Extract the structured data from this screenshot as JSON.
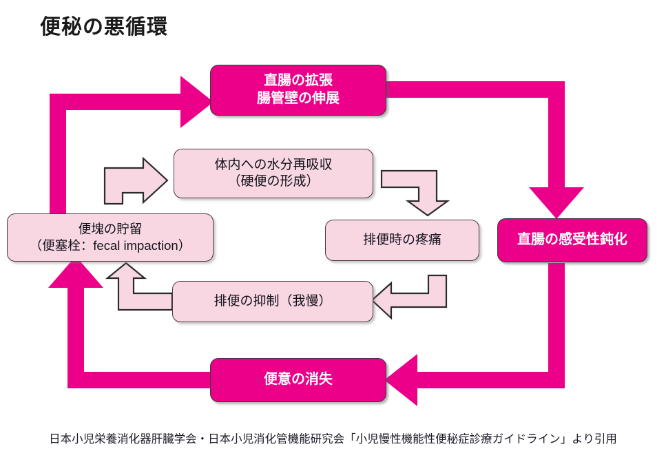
{
  "page": {
    "title": "便秘の悪循環",
    "caption": "日本小児栄養消化器肝臓学会・日本小児消化管機能研究会「小児慢性機能性便秘症診療ガイドライン」より引用",
    "background": "#FFFFFF"
  },
  "colors": {
    "magenta": "#EC0089",
    "pale_pink": "#F8D7E3",
    "outline": "#3A3A3A",
    "text_dark": "#12121A",
    "text_light": "#FFFFFF"
  },
  "nodes": [
    {
      "id": "rectal-distension",
      "style": "strong",
      "lines": [
        "直腸の拡張",
        "腸管壁の伸展"
      ]
    },
    {
      "id": "water-reabsorption",
      "style": "soft",
      "lines": [
        "体内への水分再吸収",
        "（硬便の形成）"
      ]
    },
    {
      "id": "rectal-hyposensitivity",
      "style": "strong",
      "lines": [
        "直腸の感受性鈍化"
      ]
    },
    {
      "id": "fecal-retention",
      "style": "soft",
      "lines": [
        "便塊の貯留",
        "（便塞栓：fecal impaction）"
      ]
    },
    {
      "id": "defecation-pain",
      "style": "soft",
      "lines": [
        "排便時の疼痛"
      ]
    },
    {
      "id": "defecation-withholding",
      "style": "soft",
      "lines": [
        "排便の抑制（我慢）"
      ]
    },
    {
      "id": "loss-of-urge",
      "style": "strong",
      "lines": [
        "便意の消失"
      ]
    }
  ],
  "arrows": [
    {
      "id": "fecal-retention-to-rectal-distension",
      "style": "magenta",
      "direction": "up-then-right"
    },
    {
      "id": "rectal-distension-to-hyposensitivity",
      "style": "magenta",
      "direction": "right-then-down"
    },
    {
      "id": "hyposensitivity-to-loss-of-urge",
      "style": "magenta",
      "direction": "down-then-left"
    },
    {
      "id": "loss-of-urge-to-fecal-retention",
      "style": "magenta",
      "direction": "left-then-up"
    },
    {
      "id": "fecal-retention-to-water-reabsorption",
      "style": "pale",
      "direction": "up-then-right"
    },
    {
      "id": "water-reabsorption-to-defecation-pain",
      "style": "pale",
      "direction": "right-then-down"
    },
    {
      "id": "defecation-pain-to-withholding",
      "style": "pale",
      "direction": "down-then-left"
    },
    {
      "id": "withholding-to-fecal-retention",
      "style": "pale",
      "direction": "left-then-up"
    }
  ]
}
